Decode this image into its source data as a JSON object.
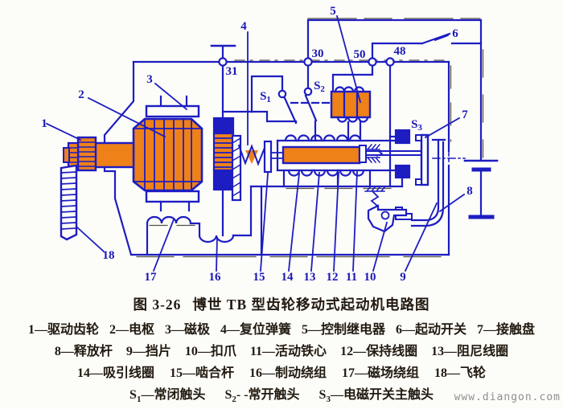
{
  "figure": {
    "caption_prefix": "图 3-26",
    "caption_title": "博世 TB 型齿轮移动式起动机电路图",
    "watermark": "www.diangon.com"
  },
  "legend": {
    "rows": [
      [
        "1—驱动齿轮",
        "2—电枢",
        "3—磁极",
        "4—复位弹簧",
        "5—控制继电器",
        "6—起动开关",
        "7—接触盘"
      ],
      [
        "8—释放杆",
        "9—挡片",
        "10—扣爪",
        "11—活动铁心",
        "12—保持线圈",
        "13—阻尼线圈"
      ],
      [
        "14—吸引线圈",
        "15—啮合杆",
        "16—制动绕组",
        "17—磁场绕组",
        "18—飞轮"
      ]
    ],
    "switches": [
      {
        "base": "S",
        "sub": "1",
        "desc": "—常闭触头"
      },
      {
        "base": "S",
        "sub": "2",
        "desc": "- -常开触头"
      },
      {
        "base": "S",
        "sub": "3",
        "desc": "—电磁开关主触头"
      }
    ]
  },
  "diagram": {
    "colors": {
      "line_blue": "#1d1dc2",
      "fill_orange": "#ef8119",
      "label_blue": "#1a18b4",
      "ink_black": "#3b3423",
      "paper": "#fcfcf9"
    },
    "labels": {
      "p1": "1",
      "p2": "2",
      "p3": "3",
      "p4": "4",
      "p5": "5",
      "p6": "6",
      "p7": "7",
      "p8": "8",
      "p9": "9",
      "p10": "10",
      "p11": "11",
      "p12": "12",
      "p13": "13",
      "p14": "14",
      "p15": "15",
      "p16": "16",
      "p17": "17",
      "p18": "18"
    },
    "terminals": {
      "t30": "30",
      "t31": "31",
      "t48": "48",
      "t50": "50"
    },
    "switch_marks": {
      "s1_base": "S",
      "s1_sub": "1",
      "s2_base": "S",
      "s2_sub": "2",
      "s3_base": "S",
      "s3_sub": "3"
    }
  }
}
